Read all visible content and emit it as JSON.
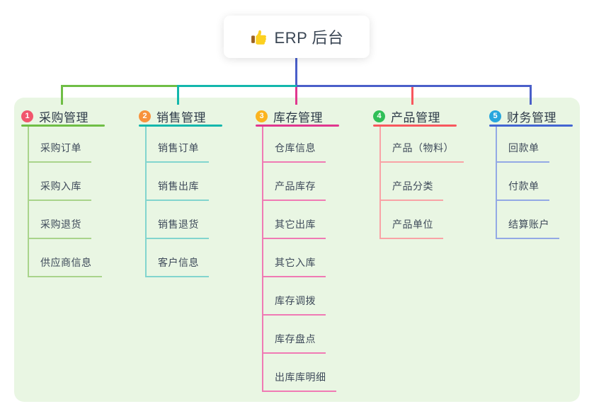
{
  "root": {
    "title": "ERP 后台",
    "icon": "thumbs-up-icon"
  },
  "branches": [
    {
      "number": "1",
      "label": "采购管理",
      "children": [
        "采购订单",
        "采购入库",
        "采购退货",
        "供应商信息"
      ]
    },
    {
      "number": "2",
      "label": "销售管理",
      "children": [
        "销售订单",
        "销售出库",
        "销售退货",
        "客户信息"
      ]
    },
    {
      "number": "3",
      "label": "库存管理",
      "children": [
        "仓库信息",
        "产品库存",
        "其它出库",
        "其它入库",
        "库存调拨",
        "库存盘点",
        "出库库明细"
      ]
    },
    {
      "number": "4",
      "label": "产品管理",
      "children": [
        "产品（物料）",
        "产品分类",
        "产品单位"
      ]
    },
    {
      "number": "5",
      "label": "财务管理",
      "children": [
        "回款单",
        "付款单",
        "结算账户"
      ]
    }
  ],
  "colors": {
    "branch_accents": [
      "#6fbe45",
      "#13b7ac",
      "#e0378f",
      "#f8575e",
      "#4365d2"
    ],
    "branch_light": [
      "#a9d48b",
      "#82d5ce",
      "#f07ab4",
      "#f9a3a6",
      "#93a9e5"
    ],
    "badge_colors": [
      "#f1566d",
      "#f8923c",
      "#fbb41f",
      "#30bf57",
      "#27a6dd"
    ],
    "connector_blue": "#4a5fc9",
    "panel_background": "#e9f6e3"
  }
}
